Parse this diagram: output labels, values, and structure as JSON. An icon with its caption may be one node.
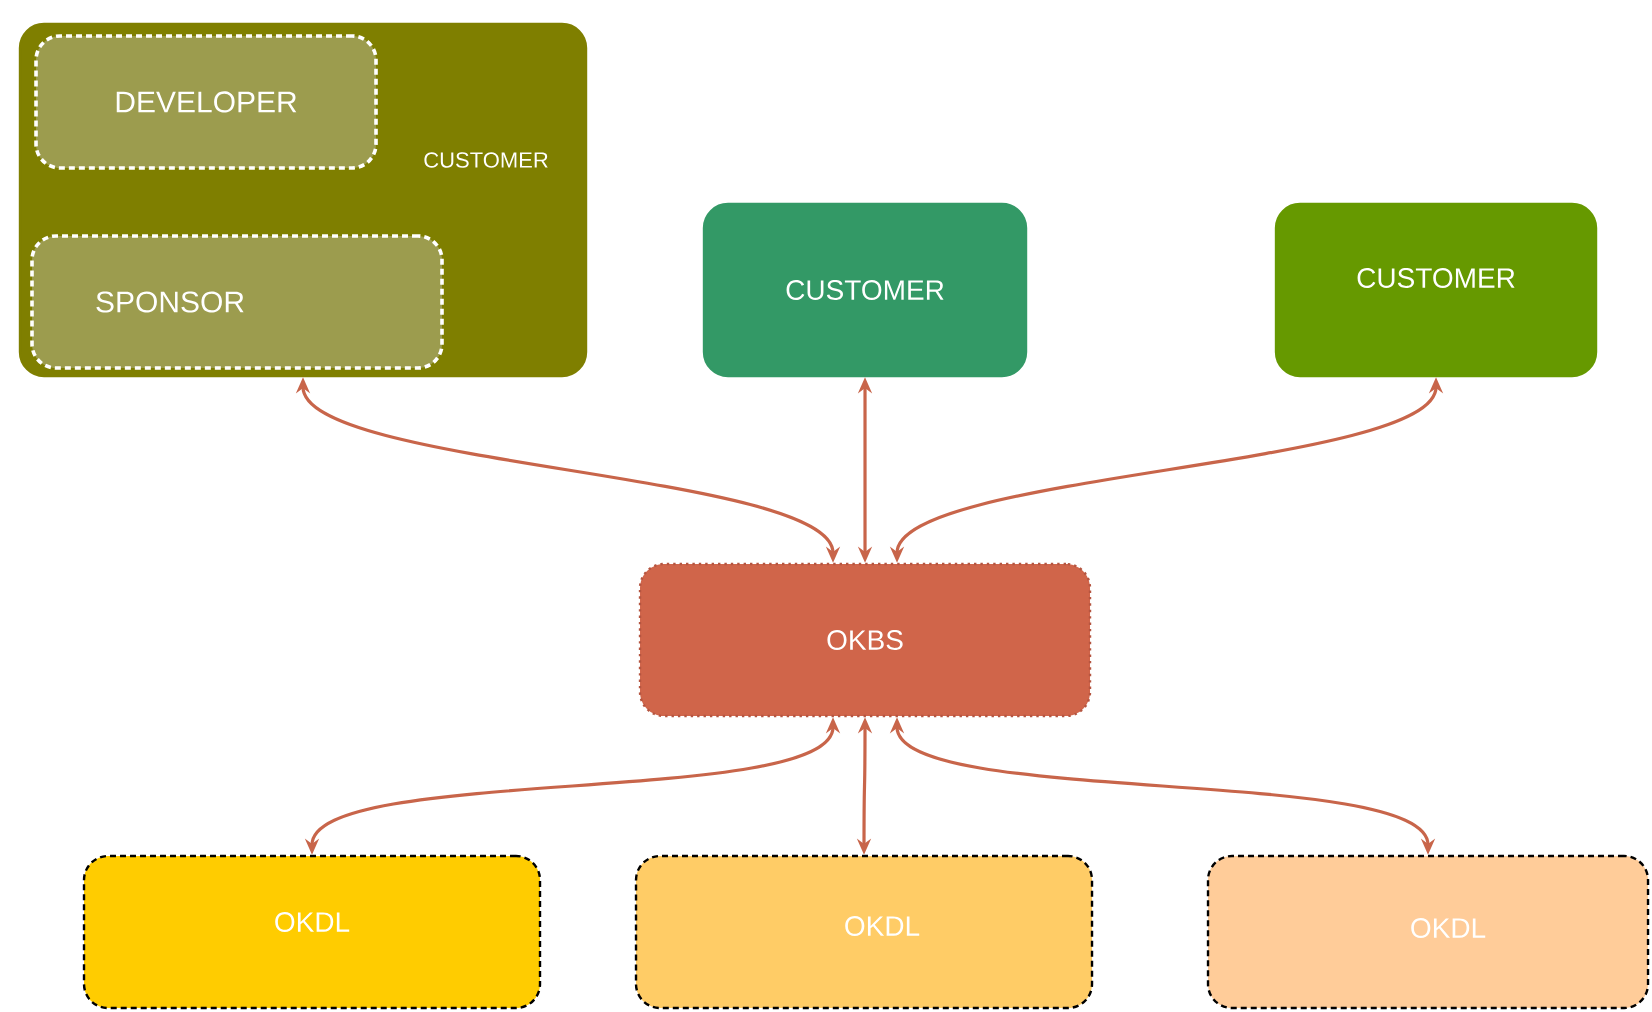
{
  "diagram": {
    "nodes": [
      {
        "text": [
          "CUSTOMER"
        ]
      },
      {
        "text": [
          "DEVELOPER"
        ],
        "in": 0
      },
      {
        "text": [
          "SPONSOR"
        ],
        "in": 0
      },
      {
        "text": [
          "CUSTOMER"
        ]
      },
      {
        "text": [
          "CUSTOMER"
        ]
      },
      {
        "text": [
          "OKBS"
        ]
      },
      {
        "text": [
          "OKDL"
        ]
      },
      {
        "text": [
          "OKDL"
        ]
      },
      {
        "text": [
          "OKDL"
        ]
      }
    ],
    "edges": [
      {
        "from": 5,
        "to": 0,
        "arrow": "both"
      },
      {
        "from": 5,
        "to": 3,
        "arrow": "both"
      },
      {
        "from": 5,
        "to": 4,
        "arrow": "both"
      },
      {
        "from": 5,
        "to": 6,
        "arrow": "both"
      },
      {
        "from": 5,
        "to": 7,
        "arrow": "both"
      },
      {
        "from": 5,
        "to": 8,
        "arrow": "both"
      }
    ]
  }
}
